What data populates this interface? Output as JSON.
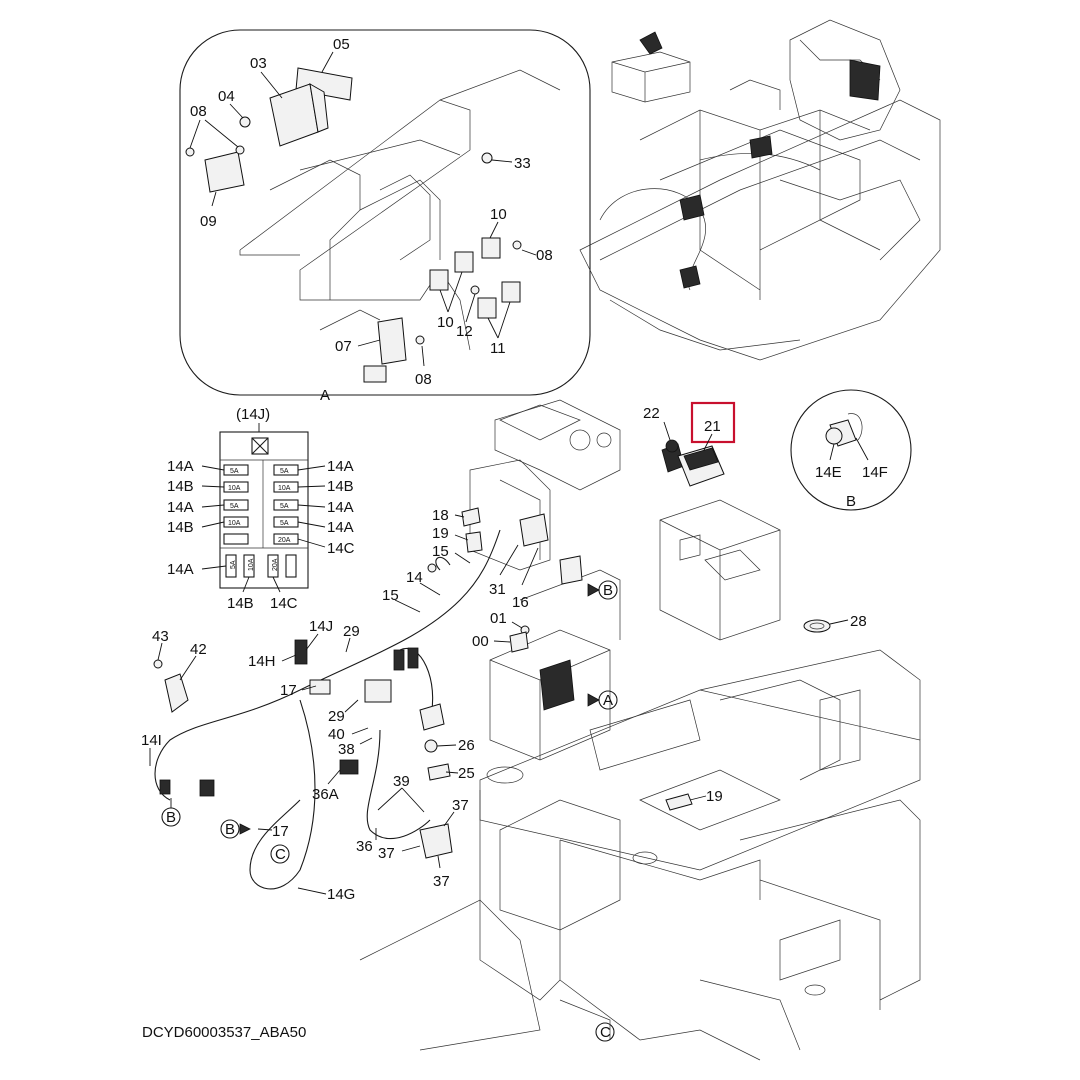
{
  "diagram": {
    "code": "DCYD60003537_ABA50",
    "highlight_label": "21",
    "highlight_color": "#c8102e",
    "view_a_letter": "A",
    "view_b_letter": "B",
    "fuse_box_title": "(14J)",
    "fuse_box": {
      "left_ratings": [
        "5A",
        "10A",
        "5A",
        "10A"
      ],
      "right_ratings": [
        "5A",
        "10A",
        "5A",
        "5A",
        "20A"
      ],
      "bottom_ratings": [
        "5A",
        "10A",
        "20A"
      ],
      "left_labels": [
        "14A",
        "14B",
        "14A",
        "14B"
      ],
      "right_labels": [
        "14A",
        "14B",
        "14A",
        "14A",
        "14C"
      ],
      "bottom_labels": [
        "14A",
        "14B",
        "14C"
      ]
    },
    "callouts": {
      "c05": "05",
      "c03": "03",
      "c04": "04",
      "c08a": "08",
      "c09": "09",
      "c33": "33",
      "c10a": "10",
      "c08b": "08",
      "c10b": "10",
      "c12": "12",
      "c11": "11",
      "c07": "07",
      "c08c": "08",
      "c22": "22",
      "c14e": "14E",
      "c14f": "14F",
      "c18": "18",
      "c19a": "19",
      "c15a": "15",
      "c14": "14",
      "c15b": "15",
      "c31": "31",
      "c16": "16",
      "c01": "01",
      "c00": "00",
      "c28": "28",
      "c43": "43",
      "c42": "42",
      "c14j": "14J",
      "c29a": "29",
      "c14h": "14H",
      "c17a": "17",
      "c29b": "29",
      "c40": "40",
      "c38": "38",
      "c14i": "14I",
      "c26": "26",
      "c25": "25",
      "c36a": "36A",
      "c39": "39",
      "c37a": "37",
      "c36": "36",
      "c37b": "37",
      "c37c": "37",
      "c17b": "17",
      "c14g": "14G",
      "c19b": "19"
    },
    "circle_refs": {
      "b1": "B",
      "b2": "B",
      "b3": "B",
      "a1": "A",
      "cref1": "C",
      "cref2": "C"
    }
  }
}
